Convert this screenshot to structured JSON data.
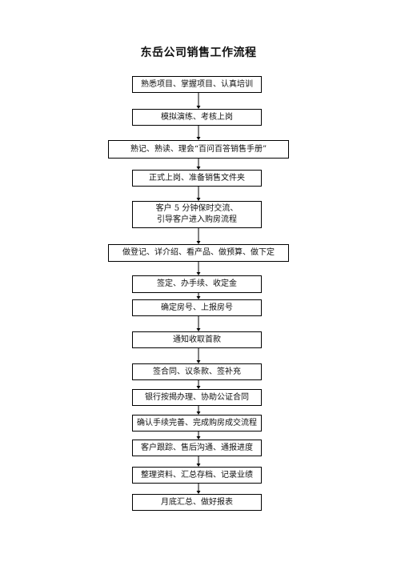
{
  "title": "东岳公司销售工作流程",
  "steps": [
    "熟悉项目、掌握项目、认真培训",
    "模拟演练、考核上岗",
    "熟记、熟读、理会“百问百答销售手册”",
    "正式上岗、准备销售文件夹",
    "客户 5 分钟保时交流、\n引导客户进入购房流程",
    "做登记、详介绍、看产品、做预算、做下定",
    "签定、办手续、收定金",
    "确定房号、上报房号",
    "通知收取首款",
    "签合同、议条款、签补充",
    "银行按揭办理、协助公证合同",
    "确认手续完善、完成购房成交流程",
    "客户跟踪、售后沟通、通报进度",
    "整理资料、汇总存档、记录业绩",
    "月底汇总、做好报表"
  ]
}
